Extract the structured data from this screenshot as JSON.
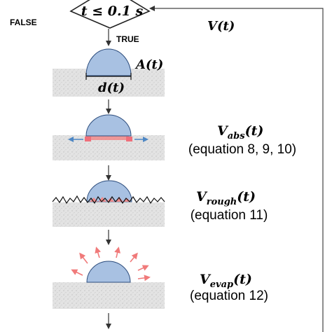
{
  "decision": {
    "condition": "t ≤ 0.1 s",
    "false_label": "FALSE",
    "true_label": "TRUE"
  },
  "loop_label": "V(t)",
  "stage1": {
    "area_label": "A(t)",
    "diameter_label": "d(t)"
  },
  "stage2": {
    "symbol": "V",
    "subscript": "abs",
    "arg": "(t)",
    "equation": "(equation 8, 9, 10)"
  },
  "stage3": {
    "symbol": "V",
    "subscript": "rough",
    "arg": "(t)",
    "equation": "(equation 11)"
  },
  "stage4": {
    "symbol": "V",
    "subscript": "evap",
    "arg": "(t)",
    "equation": "(equation 12)"
  },
  "colors": {
    "droplet_fill": "#a8c1e2",
    "droplet_stroke": "#2c4c7c",
    "substrate": "#e1e1e1",
    "absorption": "#f08a8a",
    "arrow_blue": "#4e87c4",
    "arrow_red": "#f07a7a",
    "line": "#333333"
  }
}
